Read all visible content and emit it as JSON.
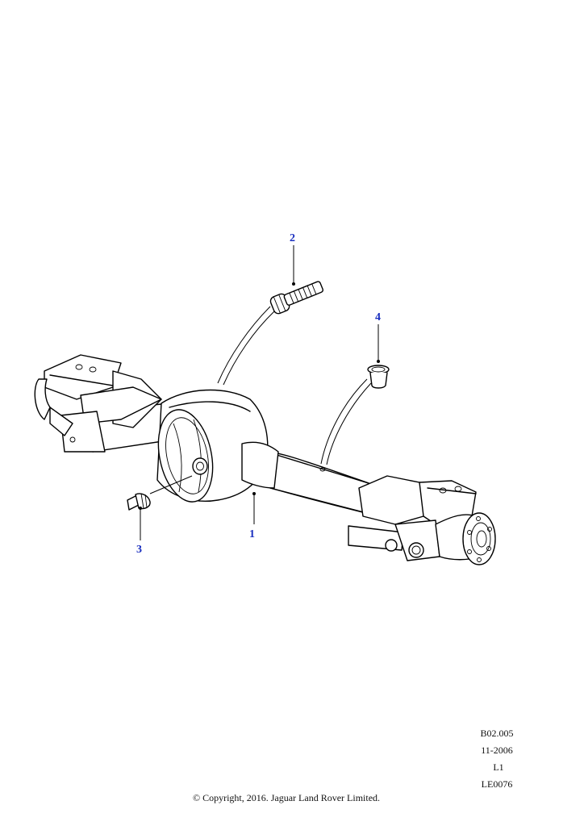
{
  "callouts": {
    "c1": "1",
    "c2": "2",
    "c3": "3",
    "c4": "4"
  },
  "meta": {
    "ref": "B02.005",
    "date": "11-2006",
    "rev": "L1",
    "code": "LE0076"
  },
  "copyright": "© Copyright, 2016. Jaguar Land Rover Limited.",
  "colors": {
    "callout": "#1a2fbf",
    "line": "#000000",
    "background": "#ffffff"
  }
}
